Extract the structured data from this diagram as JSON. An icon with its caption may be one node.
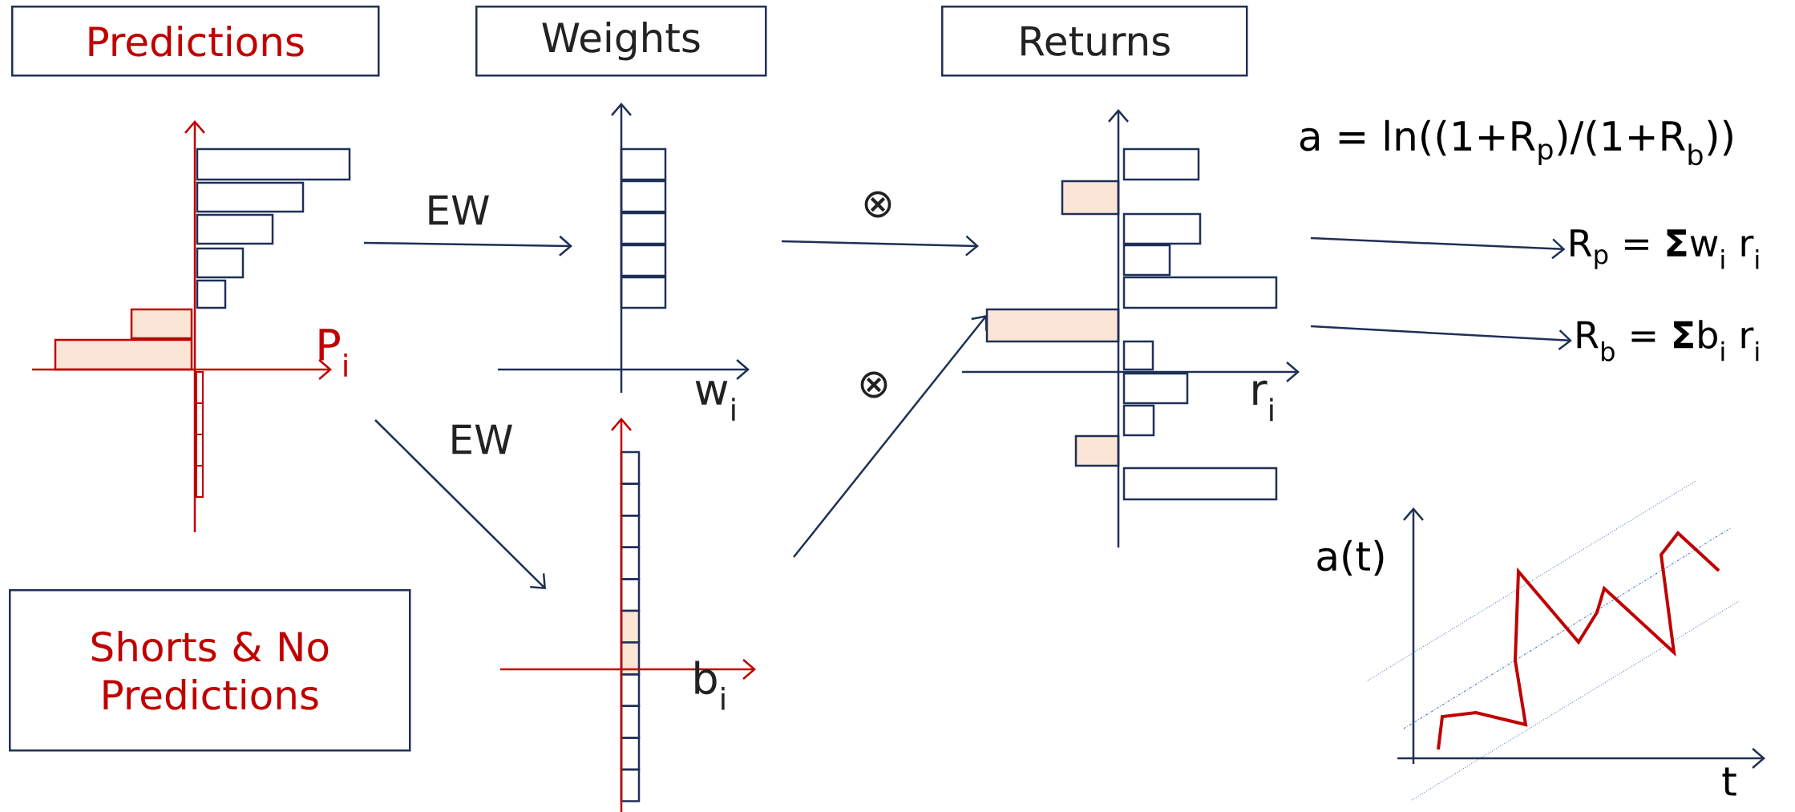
{
  "diagram": {
    "nodes": [
      {
        "text": [
          "Predictions"
        ]
      },
      {
        "text": [
          "Weights"
        ]
      },
      {
        "text": [
          "Returns"
        ]
      },
      {
        "text": [
          "Shorts & No Predictions"
        ]
      },
      {
        "text": [
          "P$_{i}$"
        ]
      },
      {
        "text": [
          "w$_{i}$"
        ]
      },
      {
        "text": [
          "b$_{i}$"
        ]
      },
      {
        "text": [
          "r$_{i}$"
        ]
      },
      {
        "text": [
          "R$_{p}$ = **Σ**w$_{i}$ r$_{i}$"
        ]
      },
      {
        "text": [
          "R$_{b}$ = **Σ**b$_{i}$ r$_{i}$"
        ]
      }
    ],
    "edges": [
      {
        "from": 4,
        "to": 5,
        "arrow": "to",
        "label": "EW"
      },
      {
        "from": 4,
        "to": 6,
        "arrow": "to",
        "label": "EW"
      },
      {
        "from": 5,
        "to": 7,
        "arrow": "to",
        "label": "⊗"
      },
      {
        "from": 6,
        "to": 7,
        "arrow": "to",
        "label": "⊗"
      },
      {
        "from": 7,
        "to": 8,
        "arrow": "to"
      },
      {
        "from": 7,
        "to": 9,
        "arrow": "to"
      }
    ],
    "labels": [
      "a = ln((1+R$_{p}$)/(1+R$_{b}$))",
      "a(t)",
      "t"
    ]
  }
}
